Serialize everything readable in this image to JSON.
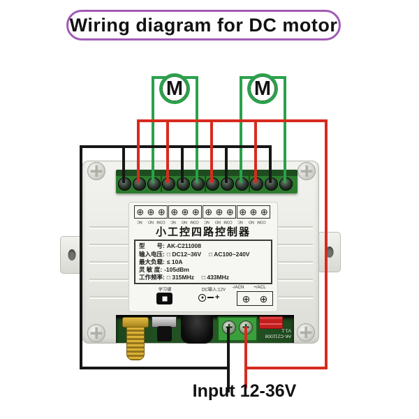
{
  "title": "Wiring diagram for DC motor",
  "input_label": "Input 12-36V",
  "motor_symbol": "M",
  "board": {
    "name": "小工控四路控制器",
    "terminal_labels": [
      "NC",
      "NO",
      "COM"
    ],
    "specs": [
      {
        "label": "型　　号:",
        "value": "AK-C211008"
      },
      {
        "label": "输入电压:",
        "value": "□ DC12~36V　 □ AC100~240V"
      },
      {
        "label": "最大负载:",
        "value": "≤ 10A"
      },
      {
        "label": "灵 敏 度:",
        "value": "-105dBm"
      },
      {
        "label": "工作频率:",
        "value": "□ 315MHz　 □ 433MHz"
      }
    ],
    "learn_label": "学习键",
    "dc_input_label": "DC输入:12V",
    "ac_terminal_labels": [
      "-/ACN",
      "+/ACL"
    ],
    "pcb_model": "AK-C211008",
    "pcb_version": "V1.1"
  },
  "symbols": {
    "screw_terminal": "⊕",
    "power_screw_cross": "✚",
    "dc_plus": "+"
  },
  "colors": {
    "wire_red": "#d62b1f",
    "wire_green": "#2aa14a",
    "wire_black": "#161616",
    "title_border": "#a15ab5",
    "terminal_block_green": "#2c7a2e",
    "power_terminal_green": "#3aa03c",
    "antenna_gold": "#c9a227"
  }
}
